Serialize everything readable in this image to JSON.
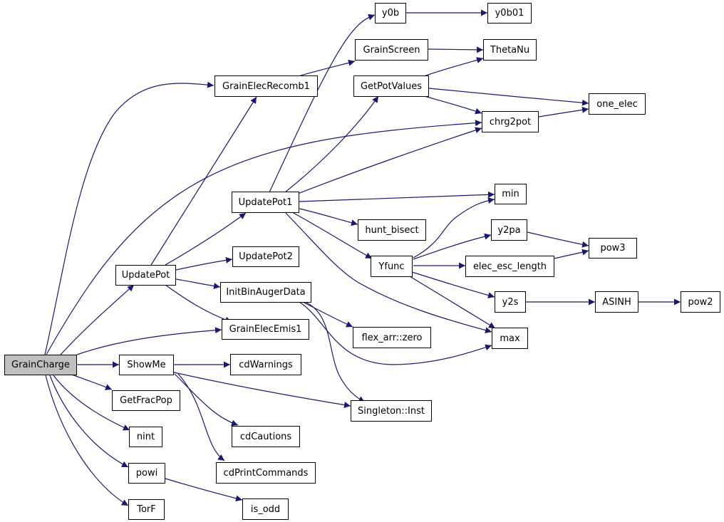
{
  "colors": {
    "edge": "#191970",
    "root_fill": "#bfbfbf",
    "node_fill": "#ffffff",
    "border": "#000000"
  },
  "nodes": {
    "GrainCharge": "GrainCharge",
    "GrainElecRecomb1": "GrainElecRecomb1",
    "UpdatePot": "UpdatePot",
    "GrainElecEmis1": "GrainElecEmis1",
    "ShowMe": "ShowMe",
    "GetFracPop": "GetFracPop",
    "nint": "nint",
    "powi": "powi",
    "TorF": "TorF",
    "chrg2pot": "chrg2pot",
    "y0b": "y0b",
    "y0b01": "y0b01",
    "GrainScreen": "GrainScreen",
    "ThetaNu": "ThetaNu",
    "GetPotValues": "GetPotValues",
    "one_elec": "one_elec",
    "UpdatePot1": "UpdatePot1",
    "UpdatePot2": "UpdatePot2",
    "InitBinAugerData": "InitBinAugerData",
    "min": "min",
    "hunt_bisect": "hunt_bisect",
    "Yfunc": "Yfunc",
    "max": "max",
    "y2pa": "y2pa",
    "pow3": "pow3",
    "elec_esc_length": "elec_esc_length",
    "y2s": "y2s",
    "ASINH": "ASINH",
    "pow2": "pow2",
    "flex_arr_zero": "flex_arr::zero",
    "Singleton_Inst": "Singleton::Inst",
    "cdWarnings": "cdWarnings",
    "cdCautions": "cdCautions",
    "cdPrintCommands": "cdPrintCommands",
    "is_odd": "is_odd"
  }
}
